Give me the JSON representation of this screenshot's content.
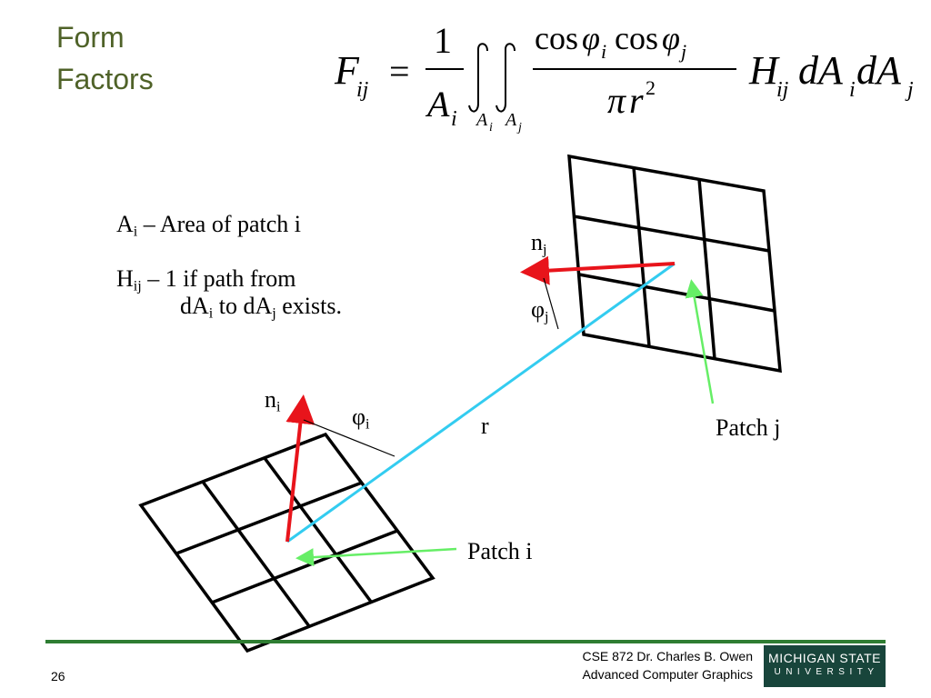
{
  "slide": {
    "title_line1": "Form",
    "title_line2": "Factors",
    "page_number": "26"
  },
  "formula": {
    "lhs": "F",
    "lhs_sub": "ij",
    "equals": "=",
    "one": "1",
    "denom_A": "A",
    "denom_A_sub": "i",
    "int1_sub": "A",
    "int1_sub_sub": "i",
    "int2_sub": "A",
    "int2_sub_sub": "j",
    "cos1": "cos",
    "phi1": "φ",
    "phi1_sub": "i",
    "cos2": "cos",
    "phi2": "φ",
    "phi2_sub": "j",
    "pi": "π",
    "r": "r",
    "r_exp": "2",
    "H": "H",
    "H_sub": "ij",
    "dA1": "dA",
    "dA1_sub": "i",
    "dA2": "dA",
    "dA2_sub": "j"
  },
  "definitions": {
    "ai_main": "A",
    "ai_sub": "i",
    "ai_rest": " – Area of patch i",
    "hij_main": "H",
    "hij_sub": "ij",
    "hij_rest": " – 1 if path from",
    "line3_a": "dA",
    "line3_a_sub": "i",
    "line3_mid": " to dA",
    "line3_b_sub": "j",
    "line3_rest": " exists."
  },
  "labels": {
    "nj": "n",
    "nj_sub": "j",
    "phij": "φ",
    "phij_sub": "j",
    "ni": "n",
    "ni_sub": "i",
    "phii": "φ",
    "phii_sub": "i",
    "r": "r",
    "patch_j": "Patch j",
    "patch_i": "Patch i"
  },
  "footer": {
    "line1": "CSE 872 Dr. Charles B. Owen",
    "line2": "Advanced Computer Graphics",
    "logo_line1": "MICHIGAN STATE",
    "logo_line2": "UNIVERSITY"
  },
  "colors": {
    "title": "#4f6228",
    "normal_vector": "#e8141b",
    "ray": "#33ccf0",
    "pointer": "#66ee66",
    "footer_rule": "#2e7d32",
    "logo_bg": "#18453b"
  }
}
